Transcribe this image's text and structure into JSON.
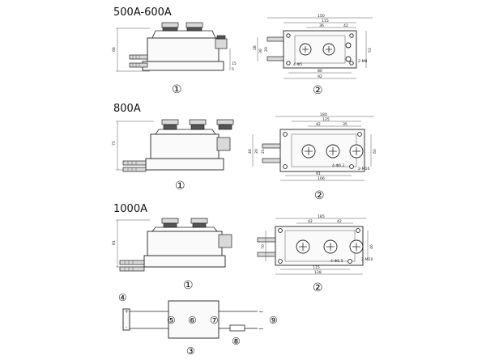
{
  "sections": [
    {
      "title": "500A-600A",
      "side_view": {
        "height_label": "66",
        "small_labels": [
          "15",
          "5"
        ],
        "callout": "①"
      },
      "top_view": {
        "dims_top": [
          "150",
          "115",
          "36",
          "42"
        ],
        "dims_left": [
          "28",
          "36",
          "20"
        ],
        "dims_right": [
          "53"
        ],
        "dims_bottom": [
          "80",
          "92"
        ],
        "hole_left": "4-Φ5",
        "hole_right": "2-M8",
        "callout": "②"
      }
    },
    {
      "title": "800A",
      "side_view": {
        "height_label": "75",
        "callout": "①"
      },
      "top_view": {
        "dims_top": [
          "180",
          "125",
          "42",
          "35"
        ],
        "dims_left": [
          "46",
          "20",
          "21"
        ],
        "dims_right": [
          "63"
        ],
        "dims_bottom": [
          "91",
          "106"
        ],
        "hole_left": "4-Φ6.2",
        "hole_right": "2-M10",
        "callout": "②"
      }
    },
    {
      "title": "1000A",
      "side_view": {
        "height_label": "81",
        "callout": "①"
      },
      "top_view": {
        "dims_top": [
          "185",
          "42",
          "42"
        ],
        "dims_left": [
          "70"
        ],
        "dims_right": [
          "46"
        ],
        "dims_bottom": [
          "115",
          "128"
        ],
        "hole_left": "4-Φ6.5",
        "hole_right": "2-M10",
        "callout": "②"
      }
    }
  ],
  "wiring": {
    "callouts": [
      "④",
      "⑤",
      "⑥",
      "⑦",
      "③",
      "⑧",
      "⑨"
    ],
    "plus_sign": "+",
    "minus_sign": "-",
    "ac_symbol_top": "~",
    "ac_symbol_bottom": "~"
  }
}
